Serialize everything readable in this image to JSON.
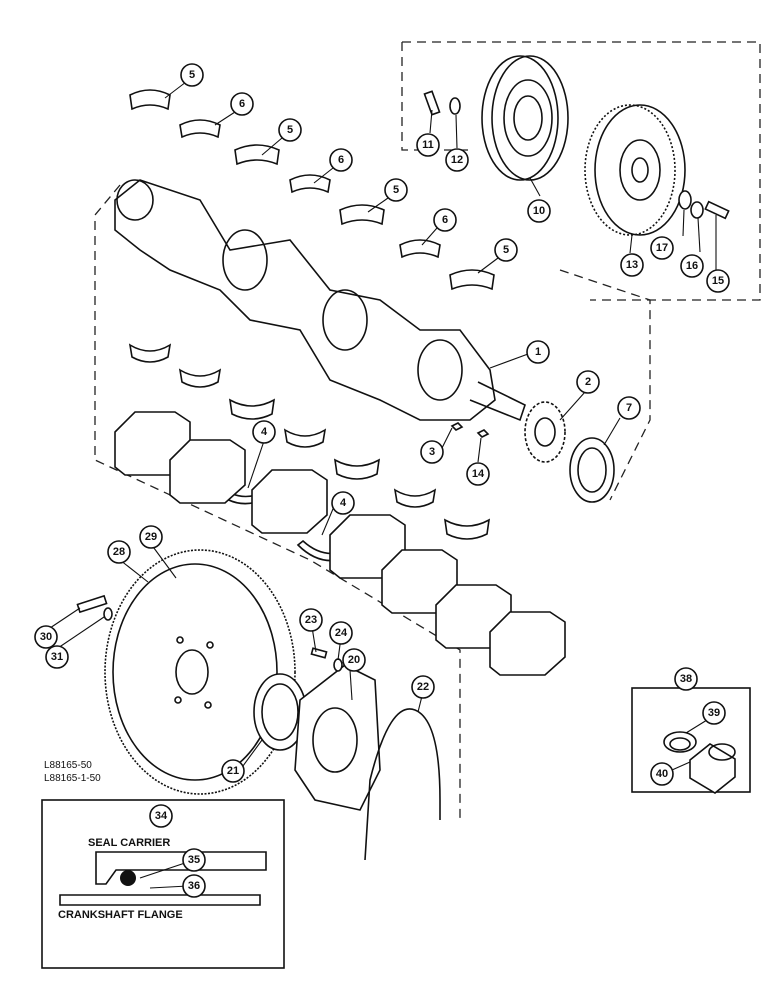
{
  "callouts": [
    "1",
    "2",
    "3",
    "4",
    "4",
    "5",
    "5",
    "5",
    "5",
    "6",
    "6",
    "6",
    "7",
    "10",
    "11",
    "12",
    "13",
    "14",
    "15",
    "16",
    "17",
    "20",
    "21",
    "22",
    "23",
    "24",
    "28",
    "29",
    "30",
    "31",
    "34",
    "35",
    "36",
    "38",
    "39",
    "40"
  ],
  "refs": [
    "L88165-50",
    "L88165-1-50"
  ],
  "inset": {
    "top_label": "SEAL CARRIER",
    "bottom_label": "CRANKSHAFT FLANGE"
  }
}
